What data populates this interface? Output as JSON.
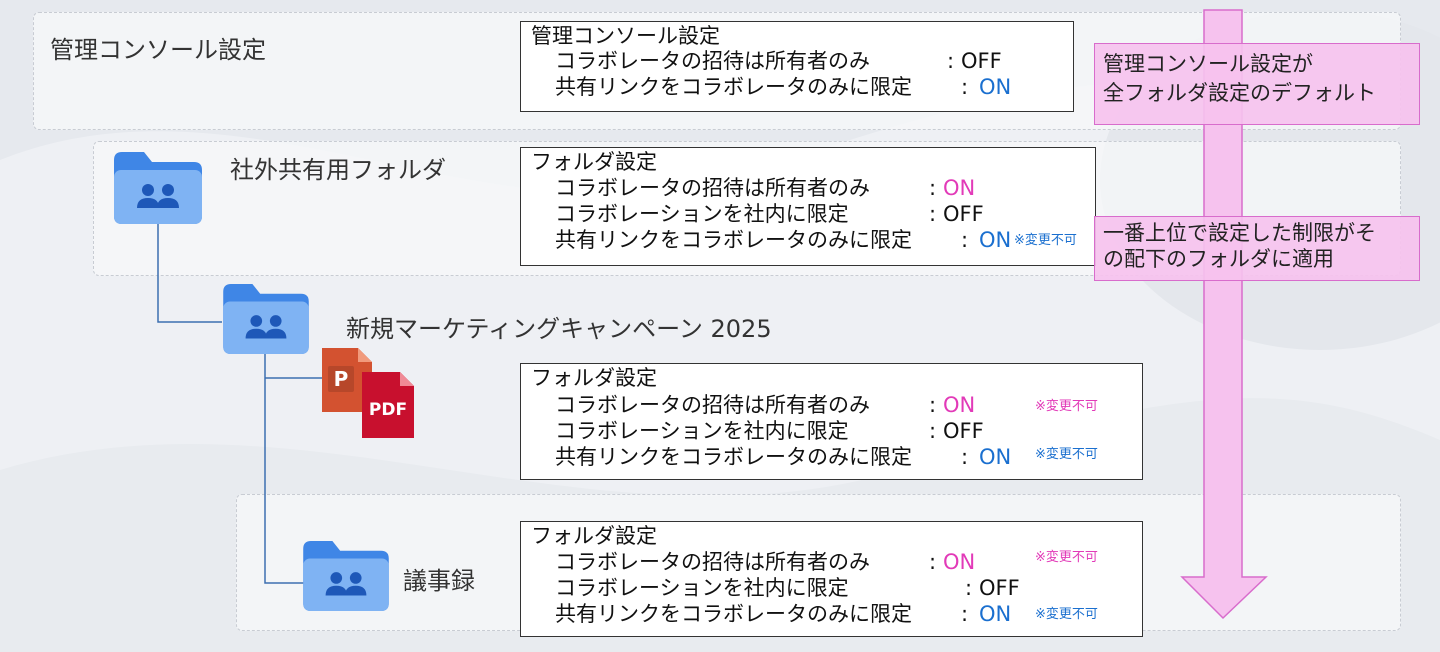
{
  "console": {
    "label": "管理コンソール設定",
    "box": {
      "title": "管理コンソール設定",
      "rows": [
        {
          "text": "コラボレータの招待は所有者のみ",
          "value": "OFF",
          "color": "#111111"
        },
        {
          "text": "共有リンクをコラボレータのみに限定",
          "value": "ON",
          "color": "#1a6fcf"
        }
      ]
    }
  },
  "external_folder": {
    "label": "社外共有用フォルダ",
    "icon": "shared-folder-icon",
    "box": {
      "title": "フォルダ設定",
      "rows": [
        {
          "text": "コラボレータの招待は所有者のみ",
          "value": "ON",
          "color": "#e23ab8",
          "note": ""
        },
        {
          "text": "コラボレーションを社内に限定",
          "value": "OFF",
          "color": "#111111",
          "note": ""
        },
        {
          "text": "共有リンクをコラボレータのみに限定",
          "value": "ON",
          "color": "#1a6fcf",
          "note": "※変更不可"
        }
      ]
    }
  },
  "campaign_folder": {
    "label": "新規マーケティングキャンペーン 2025",
    "icon": "shared-folder-icon",
    "files": [
      "powerpoint-file-icon",
      "pdf-file-icon"
    ],
    "pdf_label": "PDF",
    "box": {
      "title": "フォルダ設定",
      "rows": [
        {
          "text": "コラボレータの招待は所有者のみ",
          "value": "ON",
          "color": "#e23ab8",
          "note": "※変更不可"
        },
        {
          "text": "コラボレーションを社内に限定",
          "value": "OFF",
          "color": "#111111",
          "note": ""
        },
        {
          "text": "共有リンクをコラボレータのみに限定",
          "value": "ON",
          "color": "#1a6fcf",
          "note": "※変更不可"
        }
      ]
    }
  },
  "minutes_folder": {
    "label": "議事録",
    "icon": "shared-folder-icon",
    "box": {
      "title": "フォルダ設定",
      "rows": [
        {
          "text": "コラボレータの招待は所有者のみ",
          "value": "ON",
          "color": "#e23ab8",
          "note": "※変更不可"
        },
        {
          "text": "コラボレーションを社内に限定",
          "value": "OFF",
          "color": "#111111",
          "note": ""
        },
        {
          "text": "共有リンクをコラボレータのみに限定",
          "value": "ON",
          "color": "#1a6fcf",
          "note": "※変更不可"
        }
      ]
    }
  },
  "callouts": {
    "default_line1": "管理コンソール設定が",
    "default_line2": "全フォルダ設定のデフォルト",
    "inherit_line1": "一番上位で設定した制限がそ",
    "inherit_line2": "の配下のフォルダに適用"
  },
  "colors": {
    "on_pink": "#e23ab8",
    "on_blue": "#1a6fcf",
    "folder_blue": "#5b9ff0",
    "arrow_pink": "#f6c2ee"
  }
}
